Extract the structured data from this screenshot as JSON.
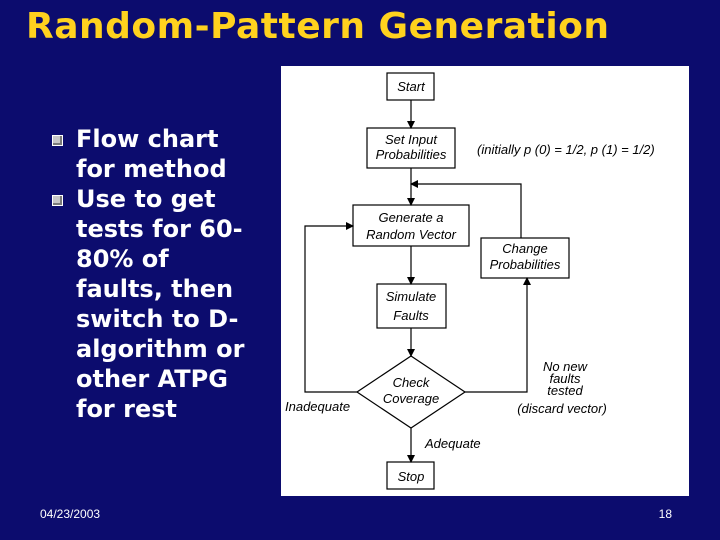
{
  "slide": {
    "title": "Random-Pattern Generation",
    "bullets": [
      {
        "lines": [
          "Flow chart",
          "for method"
        ]
      },
      {
        "lines": [
          "Use to get",
          "tests for 60-",
          "80% of",
          "faults, then",
          "switch to D-",
          "algorithm or",
          "other ATPG",
          "for rest"
        ]
      }
    ],
    "date": "04/23/2003",
    "page_number": "18"
  },
  "flowchart": {
    "nodes": {
      "start": [
        "Start"
      ],
      "set_input": [
        "Set Input",
        "Probabilities"
      ],
      "generate": [
        "Generate a",
        "Random Vector"
      ],
      "simulate": [
        "Simulate",
        "Faults"
      ],
      "check": [
        "Check",
        "Coverage"
      ],
      "stop": [
        "Stop"
      ],
      "change": [
        "Change",
        "Probabilities"
      ]
    },
    "annotations": {
      "initial": "(initially p (0) = 1/2, p (1) = 1/2)",
      "inadequate": "Inadequate",
      "adequate": "Adequate",
      "no_new": [
        "No new",
        "faults",
        "tested",
        "(discard vector)"
      ]
    }
  }
}
